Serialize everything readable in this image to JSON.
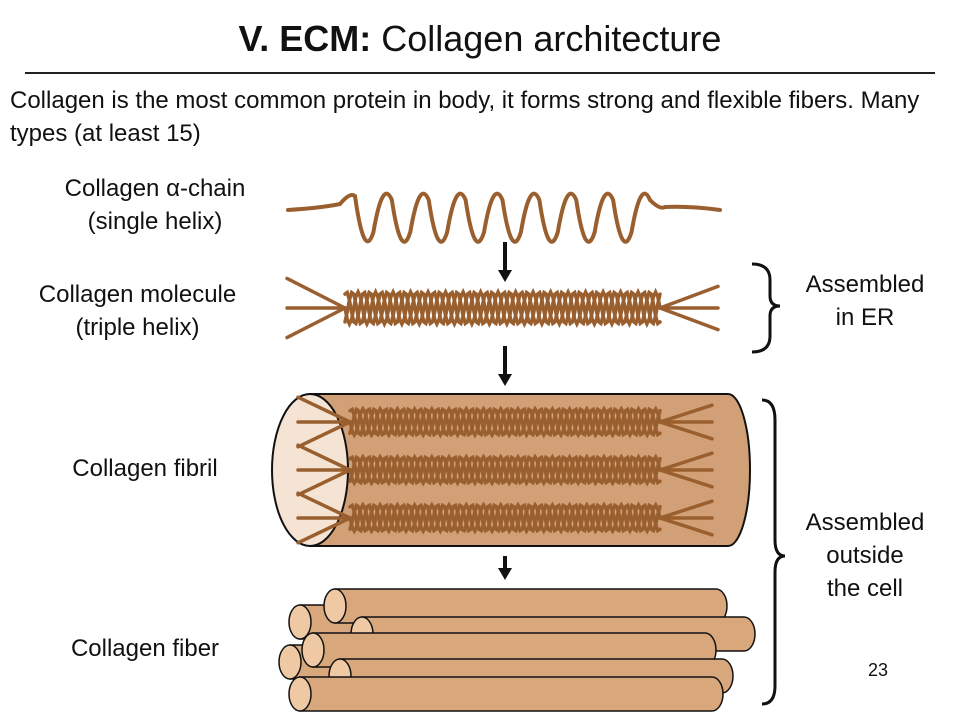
{
  "title": {
    "bold": "V. ECM:",
    "rest": " Collagen architecture"
  },
  "intro": "Collagen is the most common protein in body, it forms strong and flexible fibers. Many types (at least 15)",
  "labels": {
    "alpha_chain": {
      "line1_prefix": "Collagen ",
      "line1_symbol": "α",
      "line1_suffix": "-chain",
      "line2": "(single helix)"
    },
    "molecule": {
      "line1": "Collagen molecule",
      "line2": "(triple helix)"
    },
    "fibril": "Collagen fibril",
    "fiber": "Collagen fiber"
  },
  "brackets": {
    "er": {
      "line1": "Assembled",
      "line2": "in ER"
    },
    "outside": {
      "line1": "Assembled",
      "line2": "outside",
      "line3": "the cell"
    }
  },
  "page_number": "23",
  "colors": {
    "strand": "#9a5f2e",
    "fibril_fill": "#d2a077",
    "fiber_fill": "#d8a87c",
    "outline": "#111111"
  }
}
